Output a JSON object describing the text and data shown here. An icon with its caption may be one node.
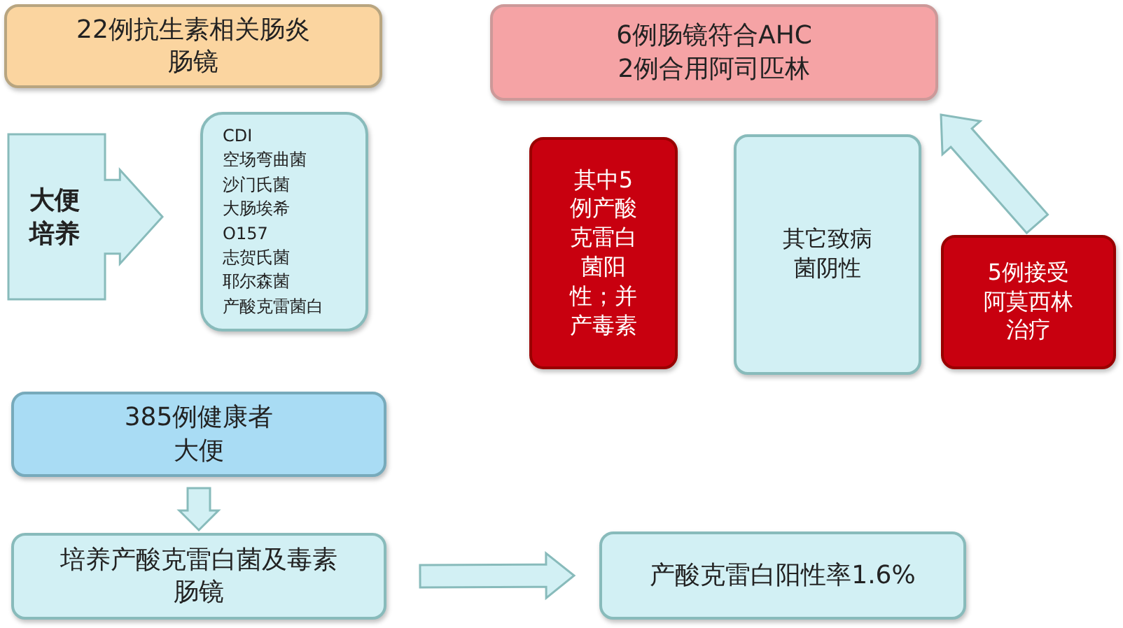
{
  "diagram": {
    "nodes": [
      {
        "text": [
          "22例抗生素相关肠炎",
          "肠镜"
        ]
      },
      {
        "text": [
          "大便培养"
        ]
      },
      {
        "text": [
          "CDI",
          "空场弯曲菌",
          "沙门氏菌",
          "大肠埃希",
          "O157",
          "志贺氏菌",
          "耶尔森菌",
          "产酸克雷菌白"
        ]
      },
      {
        "text": [
          "6例肠镜符合AHC",
          "2例合用阿司匹林"
        ]
      },
      {
        "text": [
          "其中5例产酸克雷白菌阳性；并产毒素"
        ]
      },
      {
        "text": [
          "其它致病菌阴性"
        ]
      },
      {
        "text": [
          "5例接受阿莫西林治疗"
        ]
      },
      {
        "text": [
          "385例健康者",
          "大便"
        ]
      },
      {
        "text": [
          "培养产酸克雷白菌及毒素",
          "肠镜"
        ]
      },
      {
        "text": [
          "产酸克雷白阳性率1.6%"
        ]
      }
    ],
    "edges": [
      {
        "from": 6,
        "to": 3,
        "arrow": "to"
      },
      {
        "from": 7,
        "to": 8,
        "arrow": "to"
      },
      {
        "from": 8,
        "to": 9,
        "arrow": "to"
      }
    ]
  }
}
